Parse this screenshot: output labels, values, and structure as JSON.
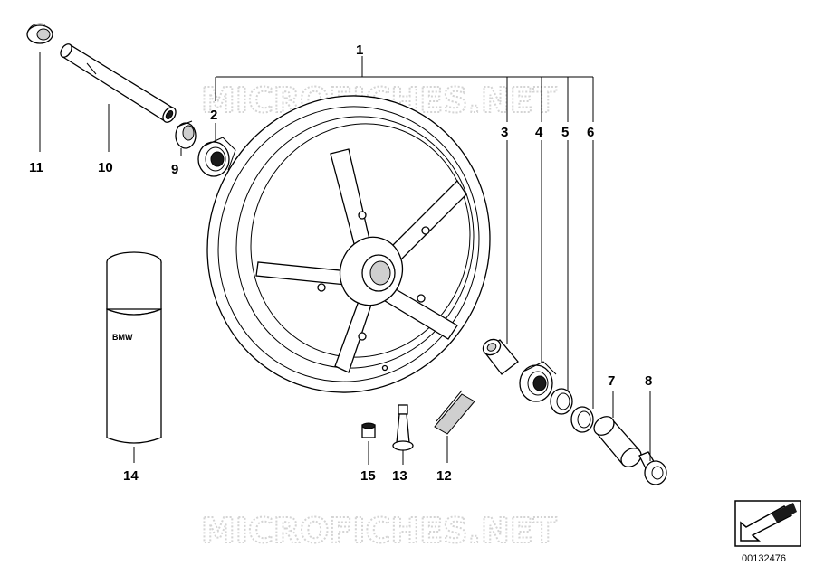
{
  "callouts": {
    "c1": "1",
    "c2": "2",
    "c3": "3",
    "c4": "4",
    "c5": "5",
    "c6": "6",
    "c7": "7",
    "c8": "8",
    "c9": "9",
    "c10": "10",
    "c11": "11",
    "c12": "12",
    "c13": "13",
    "c14": "14",
    "c15": "15"
  },
  "watermark": "MICROFICHES.NET",
  "can_brand": "BMW",
  "diagram_code": "00132476",
  "icons": {
    "nav": "arrow-icon"
  }
}
